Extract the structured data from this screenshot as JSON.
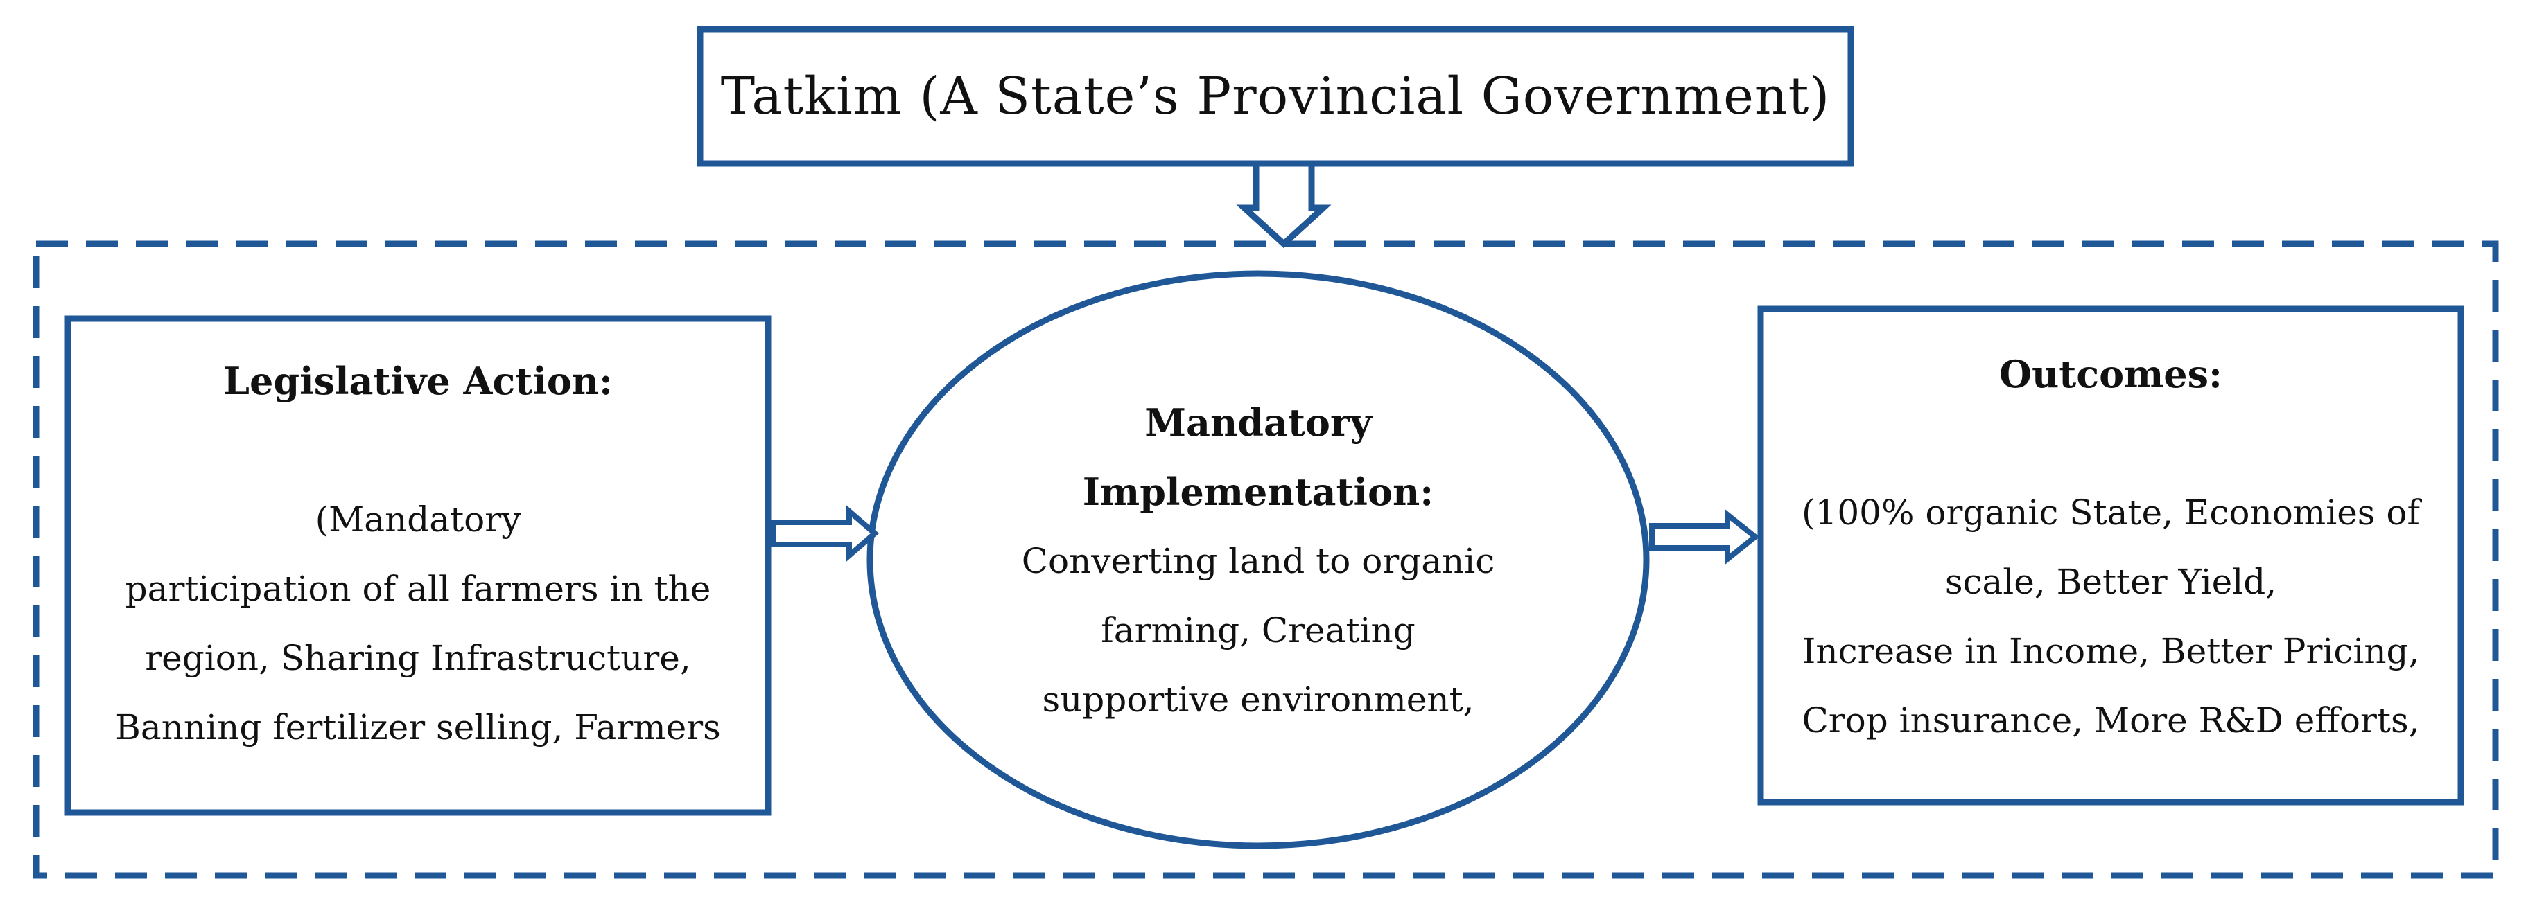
{
  "title": "Tatkim (A State’s Provincial Government)",
  "left_box": {
    "heading": "Legislative Action:",
    "lines": [
      "(Mandatory",
      "participation of all farmers in the",
      "region, Sharing Infrastructure,",
      "Banning fertilizer selling, Farmers"
    ]
  },
  "center_ellipse": {
    "heading_lines": [
      "Mandatory",
      "Implementation:"
    ],
    "lines": [
      "Converting land to organic",
      "farming, Creating",
      "supportive environment,"
    ]
  },
  "right_box": {
    "heading": "Outcomes:",
    "lines": [
      "(100% organic State, Economies of",
      "scale, Better Yield,",
      "Increase in Income, Better Pricing,",
      "Crop insurance, More R&D efforts,"
    ]
  },
  "colors": {
    "stroke": "#1f5797",
    "text": "#111111",
    "background": "#ffffff"
  }
}
